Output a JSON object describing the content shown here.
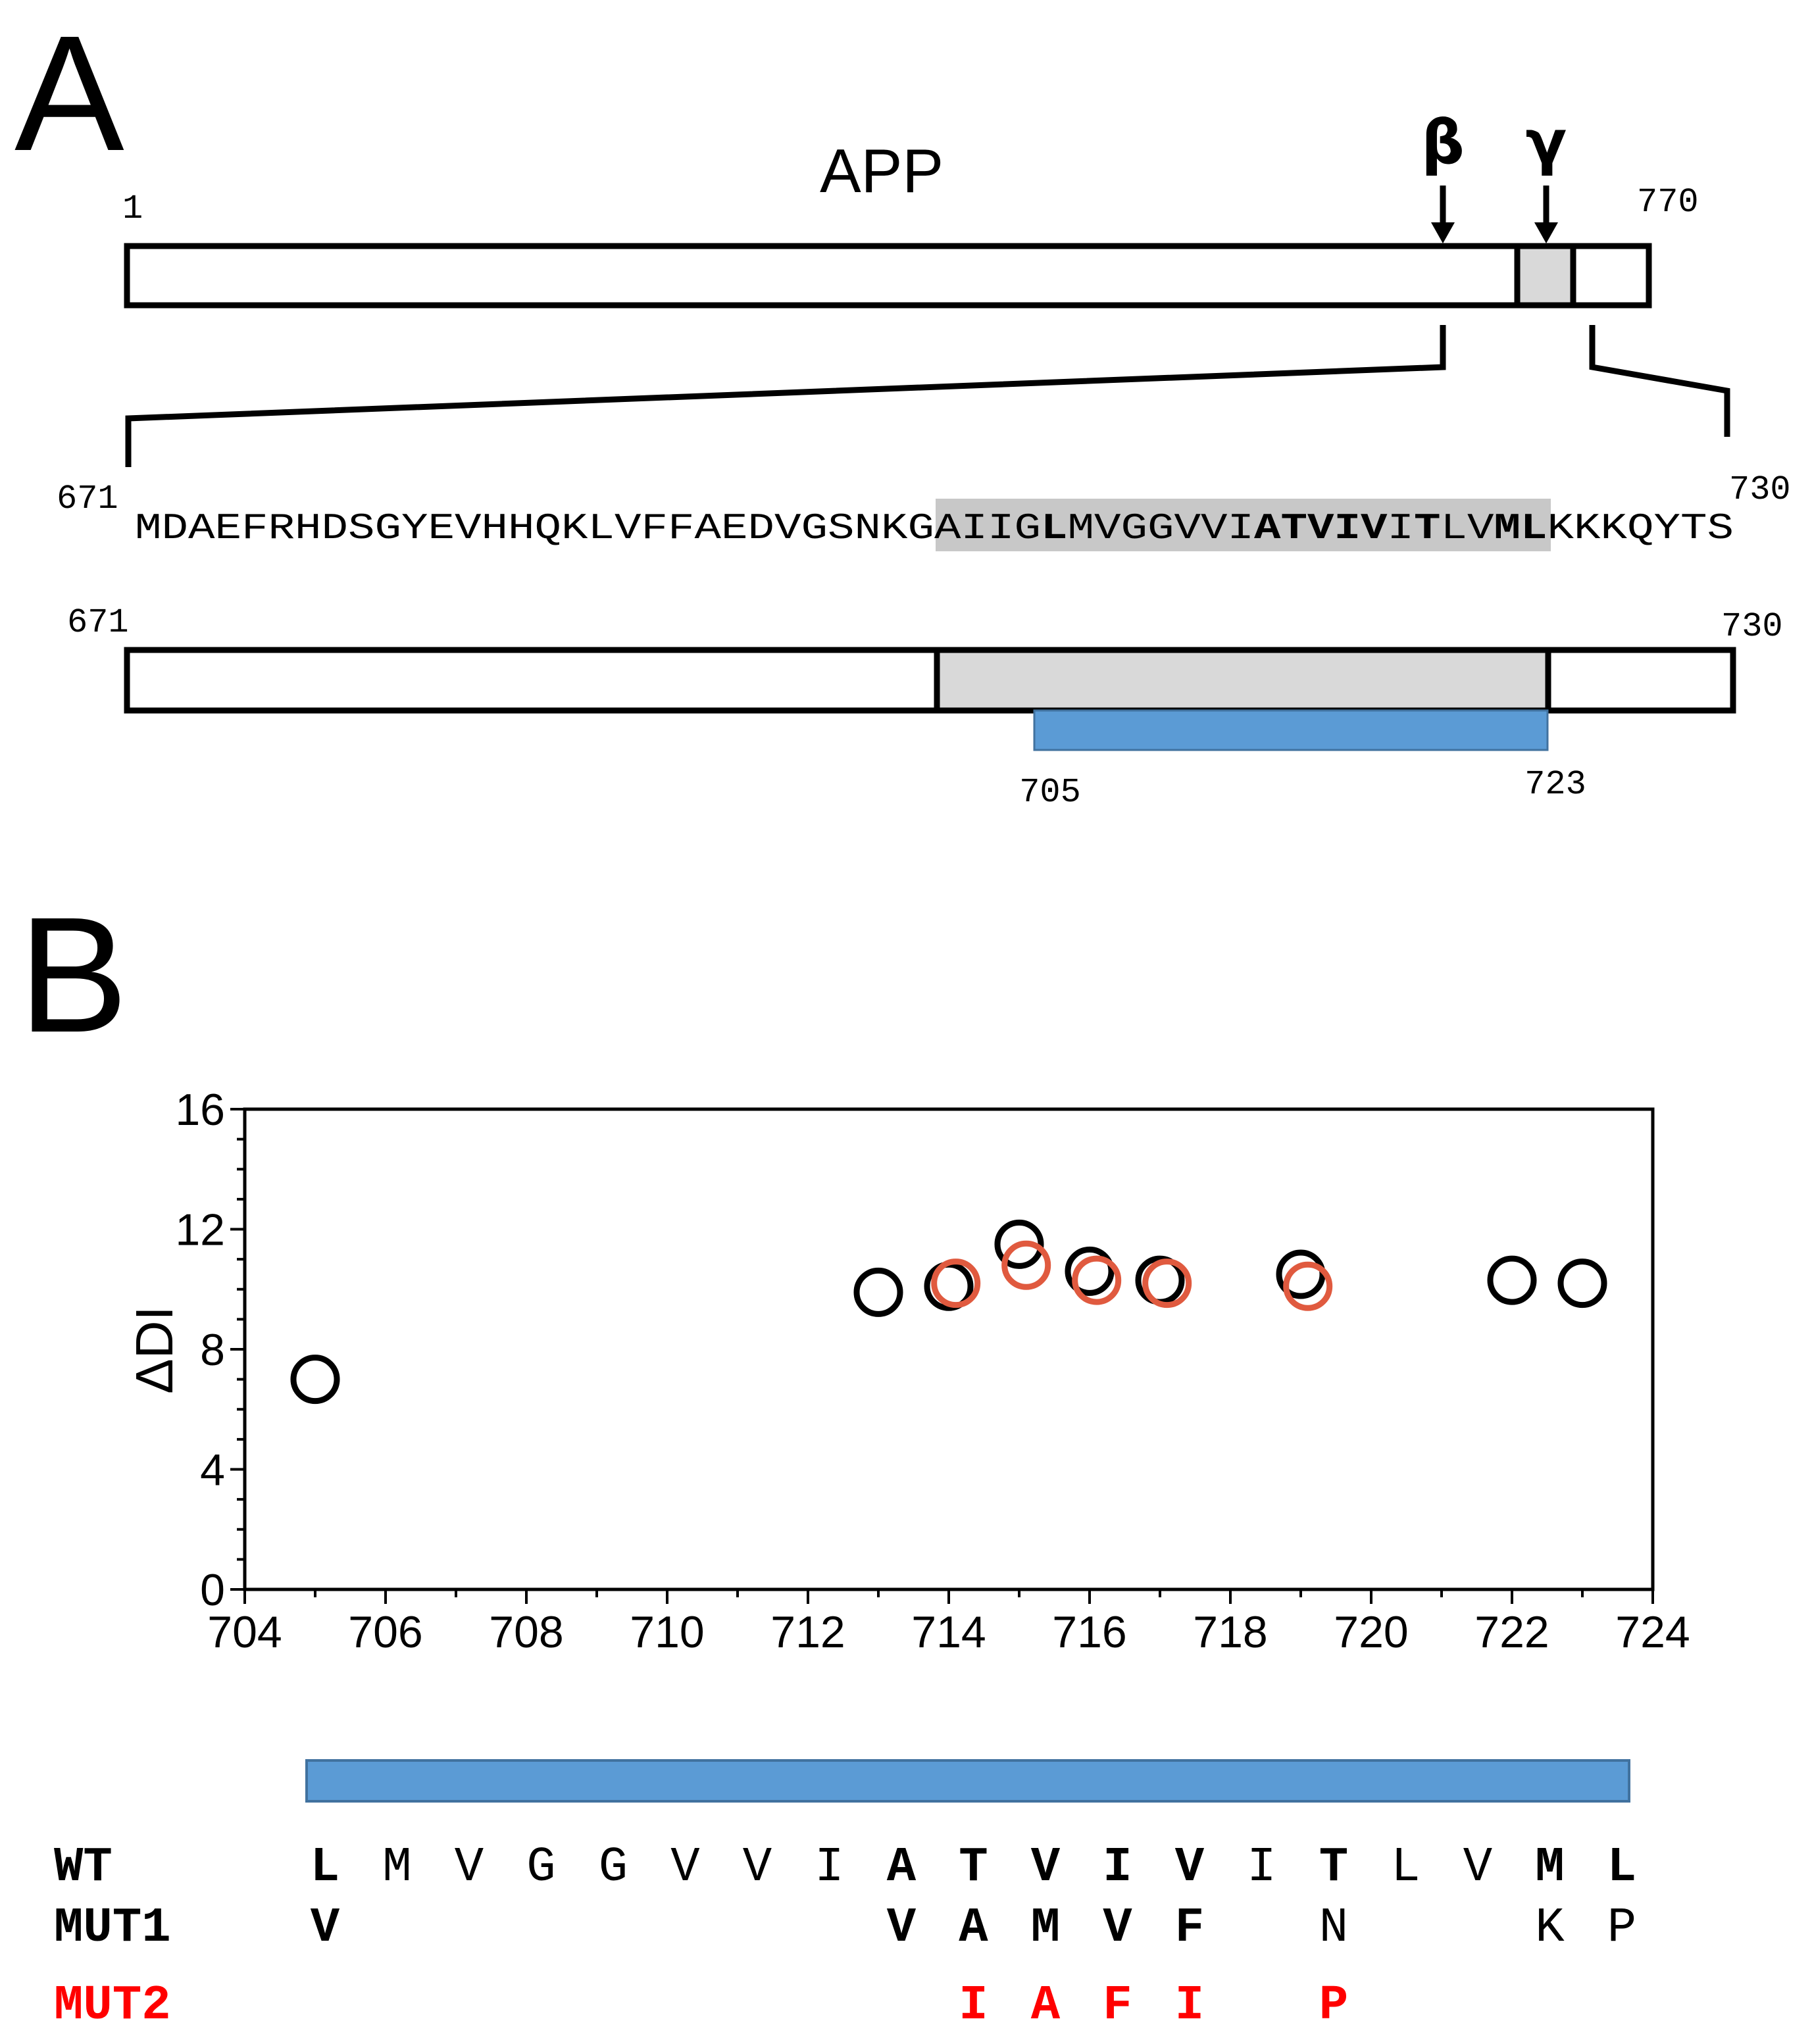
{
  "panel_a": {
    "letter": "A",
    "protein_label": "APP",
    "beta_label": "β",
    "gamma_label": "γ",
    "full_start": "1",
    "full_end": "770",
    "zoom_start": "671",
    "zoom_end": "730",
    "sequence": [
      {
        "t": "MDAEFRHDSGYEVHHQKLVFFAEDVGSNKG",
        "b": false
      },
      {
        "t": "AIIG",
        "b": false,
        "hl": true
      },
      {
        "t": "L",
        "b": true,
        "hl": true
      },
      {
        "t": "MVGGVVI",
        "b": false,
        "hl": true
      },
      {
        "t": "ATVIV",
        "b": true,
        "hl": true
      },
      {
        "t": "I",
        "b": false,
        "hl": true
      },
      {
        "t": "T",
        "b": true,
        "hl": true
      },
      {
        "t": "LV",
        "b": false,
        "hl": true
      },
      {
        "t": "ML",
        "b": true,
        "hl": true
      },
      {
        "t": "KKKQYTS",
        "b": false
      }
    ],
    "bar2_start": "671",
    "bar2_end": "730",
    "blue_start": "705",
    "blue_end": "723",
    "colors": {
      "tm_gray": "#d9d9d9",
      "blue": "#5b9bd5",
      "blue_edge": "#41729f"
    }
  },
  "panel_b": {
    "letter": "B",
    "rows": [
      {
        "label": "WT",
        "color": "#000000",
        "residues": [
          {
            "r": "L",
            "b": true
          },
          {
            "r": "M",
            "b": false
          },
          {
            "r": "V",
            "b": false
          },
          {
            "r": "G",
            "b": false
          },
          {
            "r": "G",
            "b": false
          },
          {
            "r": "V",
            "b": false
          },
          {
            "r": "V",
            "b": false
          },
          {
            "r": "I",
            "b": false
          },
          {
            "r": "A",
            "b": true
          },
          {
            "r": "T",
            "b": true
          },
          {
            "r": "V",
            "b": true
          },
          {
            "r": "I",
            "b": true
          },
          {
            "r": "V",
            "b": true
          },
          {
            "r": "I",
            "b": false
          },
          {
            "r": "T",
            "b": true
          },
          {
            "r": "L",
            "b": false
          },
          {
            "r": "V",
            "b": false
          },
          {
            "r": "M",
            "b": true
          },
          {
            "r": "L",
            "b": true
          }
        ]
      },
      {
        "label": "MUT1",
        "color": "#000000",
        "residues": [
          {
            "r": "V",
            "b": true
          },
          {
            "r": "",
            "b": false
          },
          {
            "r": "",
            "b": false
          },
          {
            "r": "",
            "b": false
          },
          {
            "r": "",
            "b": false
          },
          {
            "r": "",
            "b": false
          },
          {
            "r": "",
            "b": false
          },
          {
            "r": "",
            "b": false
          },
          {
            "r": "V",
            "b": true
          },
          {
            "r": "A",
            "b": true
          },
          {
            "r": "M",
            "b": true
          },
          {
            "r": "V",
            "b": true
          },
          {
            "r": "F",
            "b": true
          },
          {
            "r": "",
            "b": false
          },
          {
            "r": "N",
            "b": false
          },
          {
            "r": "",
            "b": false
          },
          {
            "r": "",
            "b": false
          },
          {
            "r": "K",
            "b": false
          },
          {
            "r": "P",
            "b": false
          }
        ]
      },
      {
        "label": "MUT2",
        "color": "#ff0000",
        "residues": [
          {
            "r": "",
            "b": false
          },
          {
            "r": "",
            "b": false
          },
          {
            "r": "",
            "b": false
          },
          {
            "r": "",
            "b": false
          },
          {
            "r": "",
            "b": false
          },
          {
            "r": "",
            "b": false
          },
          {
            "r": "",
            "b": false
          },
          {
            "r": "",
            "b": false
          },
          {
            "r": "",
            "b": false
          },
          {
            "r": "I",
            "b": true
          },
          {
            "r": "A",
            "b": true
          },
          {
            "r": "F",
            "b": true
          },
          {
            "r": "I",
            "b": true
          },
          {
            "r": "",
            "b": false
          },
          {
            "r": "P",
            "b": true
          },
          {
            "r": "",
            "b": false
          },
          {
            "r": "",
            "b": false
          },
          {
            "r": "",
            "b": false
          },
          {
            "r": "",
            "b": false
          }
        ]
      }
    ]
  },
  "chart_data": {
    "type": "scatter",
    "title": "",
    "xlabel": "",
    "ylabel": "ΔDI",
    "xlim": [
      704,
      724
    ],
    "ylim": [
      0,
      16
    ],
    "xticks": [
      704,
      706,
      708,
      710,
      712,
      714,
      716,
      718,
      720,
      722,
      724
    ],
    "yticks": [
      0,
      4,
      8,
      12,
      16
    ],
    "grid": false,
    "series": [
      {
        "color": "#000000",
        "points": [
          {
            "x": 705,
            "y": 7.0
          },
          {
            "x": 713,
            "y": 9.9
          },
          {
            "x": 714,
            "y": 10.1
          },
          {
            "x": 715,
            "y": 11.5
          },
          {
            "x": 716,
            "y": 10.6
          },
          {
            "x": 717,
            "y": 10.3
          },
          {
            "x": 719,
            "y": 10.5
          },
          {
            "x": 722,
            "y": 10.3
          },
          {
            "x": 723,
            "y": 10.2
          }
        ]
      },
      {
        "color": "#e05a3f",
        "points": [
          {
            "x": 714.1,
            "y": 10.2
          },
          {
            "x": 715.1,
            "y": 10.8
          },
          {
            "x": 716.1,
            "y": 10.3
          },
          {
            "x": 717.1,
            "y": 10.2
          },
          {
            "x": 719.1,
            "y": 10.1
          }
        ]
      }
    ]
  }
}
